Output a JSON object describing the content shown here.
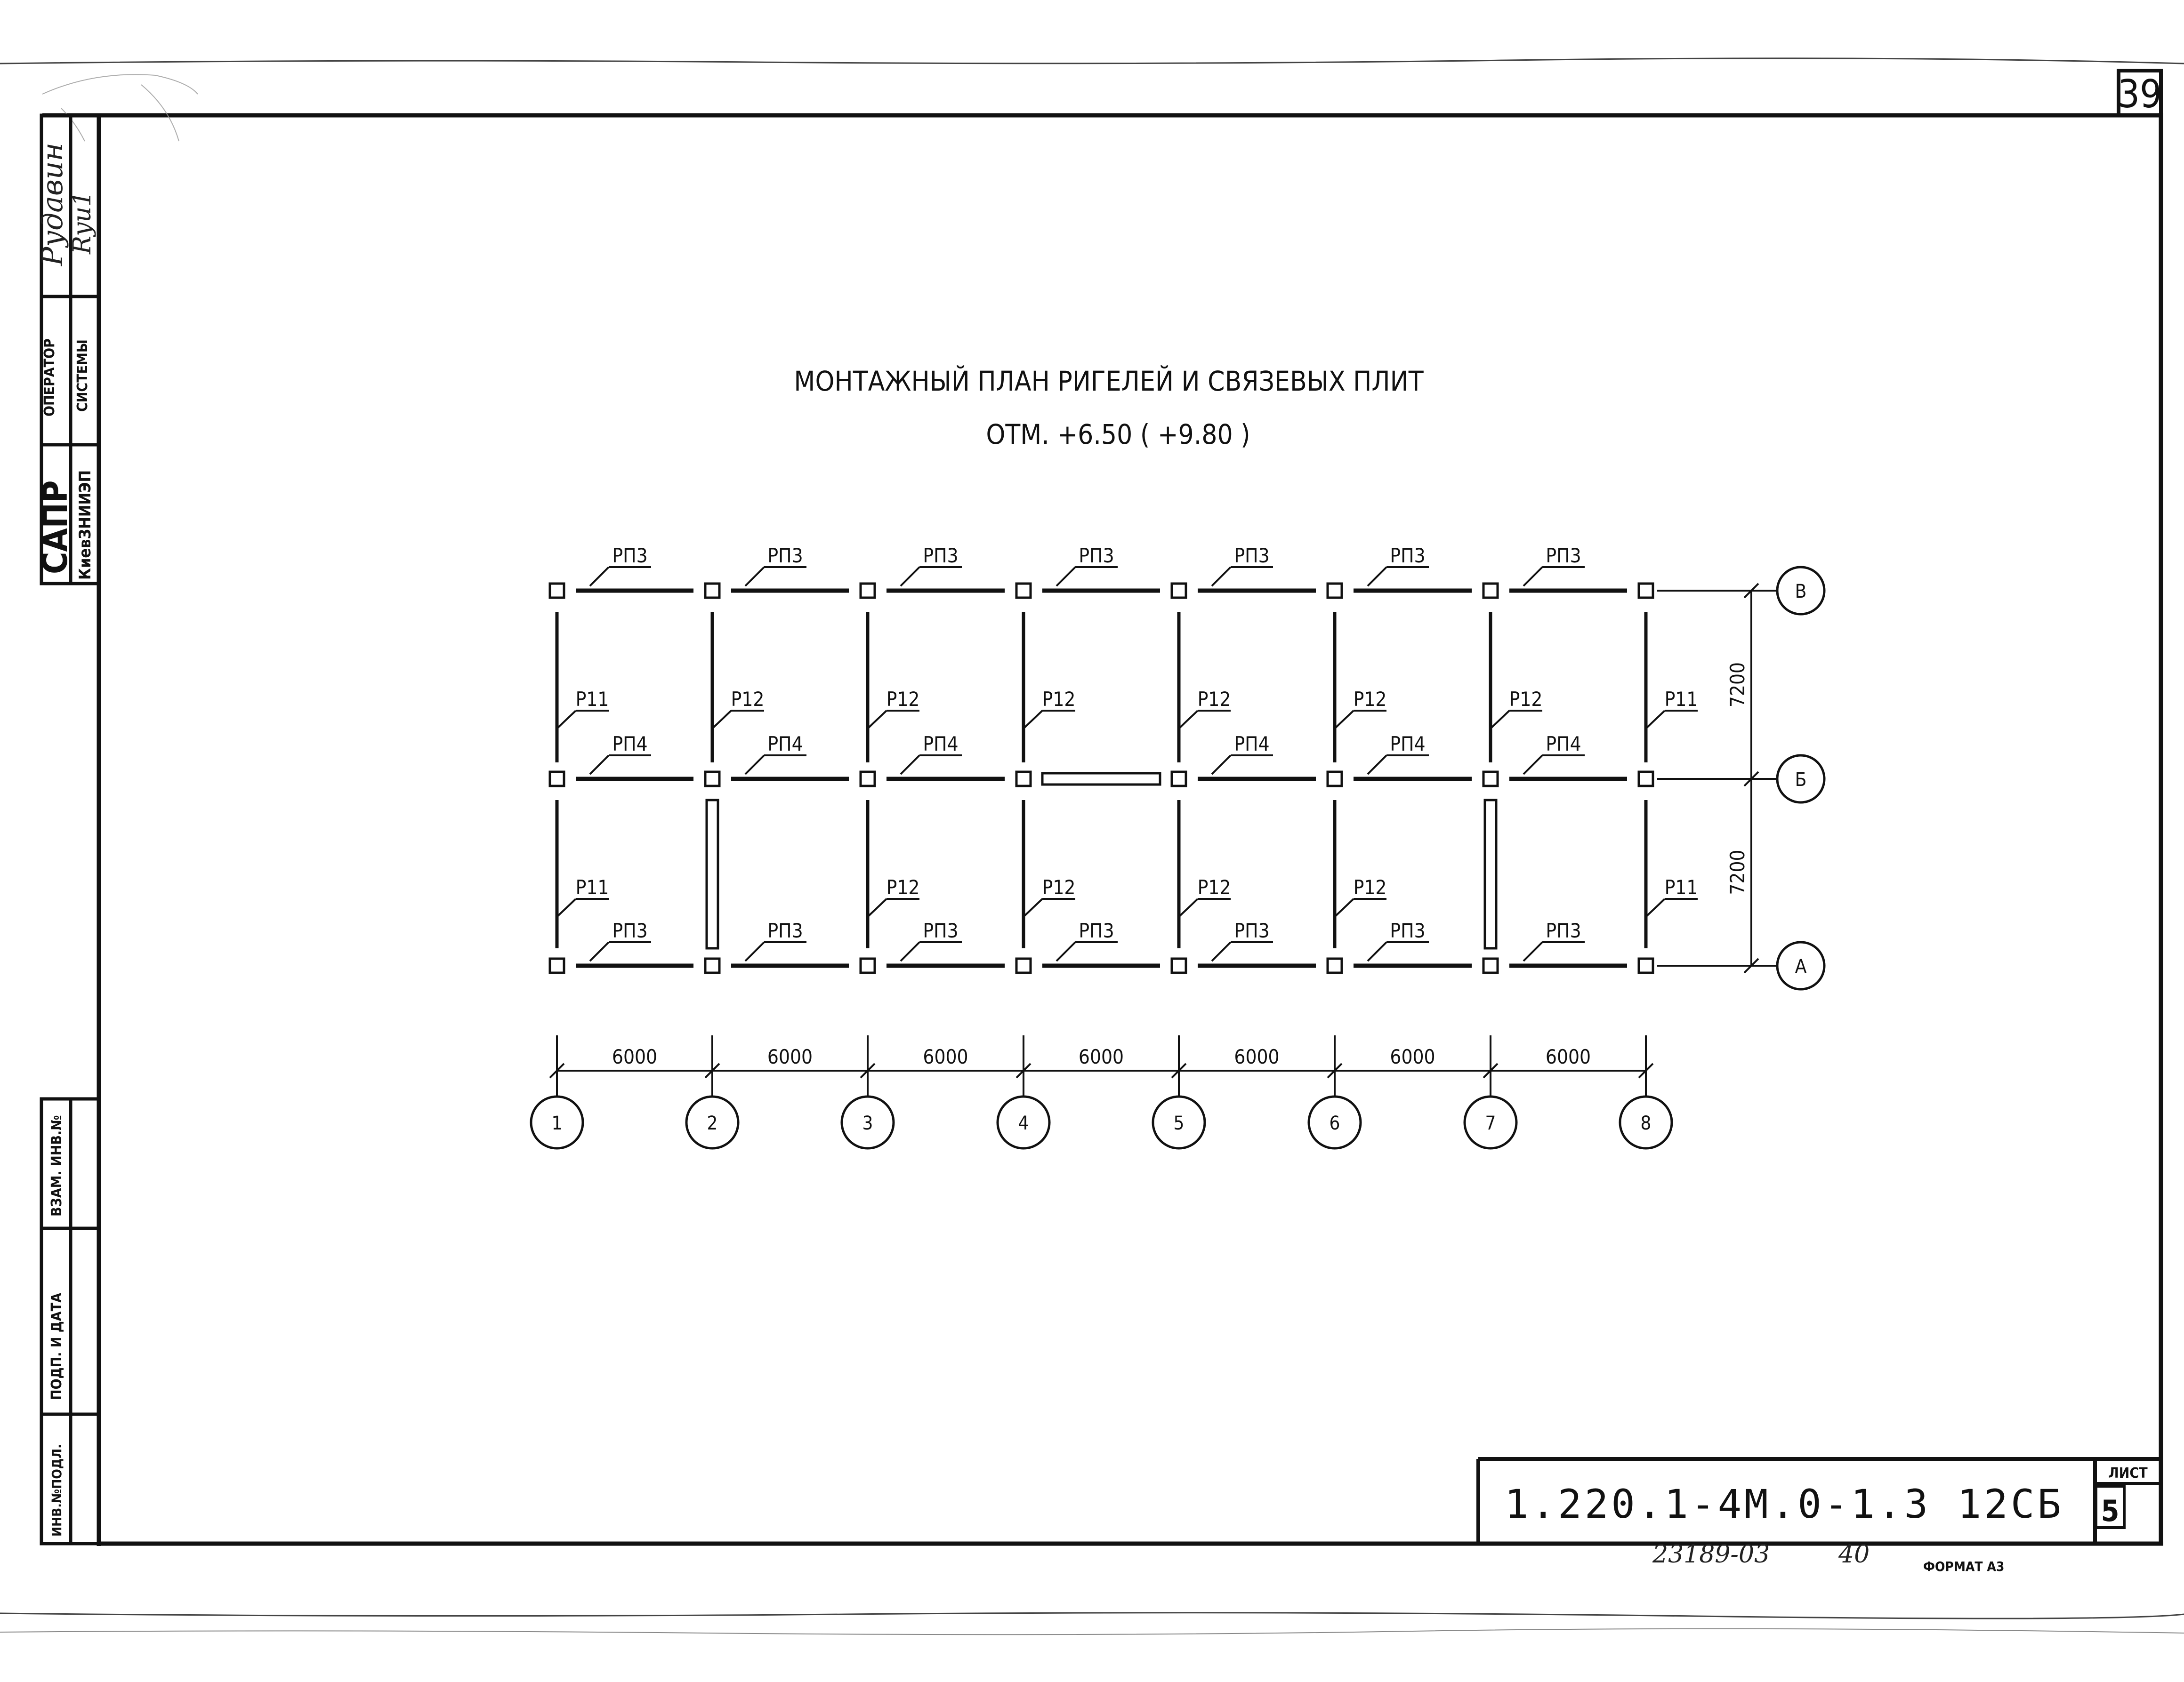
{
  "sheet_corner_number": "39",
  "title": {
    "line1": "МОНТАЖНЫЙ ПЛАН РИГЕЛЕЙ И СВЯЗЕВЫХ ПЛИТ",
    "line2": "ОТМ. +6.50 ( +9.80 )"
  },
  "side_stamp": {
    "org_big": "САПР",
    "org_small": "КиевЗНИИЭП",
    "operator_line1": "ОПЕРАТОР",
    "operator_line2": "СИСТЕМЫ",
    "signature_name": "Рудавин",
    "signature_mark": "Ryu1",
    "field_vzam": "ВЗАМ. ИНВ.№",
    "field_podp": "ПОДП. И ДАТА",
    "field_inv": "ИНВ.№ПОДЛ."
  },
  "title_block": {
    "code": "1.220.1-4М.0-1.3 12СБ",
    "sheet_label": "ЛИСТ",
    "sheet_number": "5"
  },
  "footer": {
    "handwritten_number": "23189-03",
    "handwritten_page": "40",
    "format_label": "ФОРМАТ А3"
  },
  "plan": {
    "column_axes": [
      "1",
      "2",
      "3",
      "4",
      "5",
      "6",
      "7",
      "8"
    ],
    "row_axes": [
      "В",
      "Б",
      "А"
    ],
    "bay_dimensions": [
      "6000",
      "6000",
      "6000",
      "6000",
      "6000",
      "6000",
      "6000"
    ],
    "span_dimensions": [
      "7200",
      "7200"
    ],
    "row_V_beams": [
      "РП3",
      "РП3",
      "РП3",
      "РП3",
      "РП3",
      "РП3",
      "РП3"
    ],
    "row_B_beams": [
      "РП4",
      "РП4",
      "РП4",
      "",
      "РП4",
      "РП4",
      "РП4"
    ],
    "row_A_beams": [
      "РП3",
      "РП3",
      "РП3",
      "РП3",
      "РП3",
      "РП3",
      "РП3"
    ],
    "upper_girders": [
      "Р11",
      "Р12",
      "Р12",
      "Р12",
      "Р12",
      "Р12",
      "Р12",
      "Р11"
    ],
    "lower_girders": [
      "Р11",
      "",
      "Р12",
      "Р12",
      "Р12",
      "Р12",
      "",
      "Р11"
    ]
  }
}
